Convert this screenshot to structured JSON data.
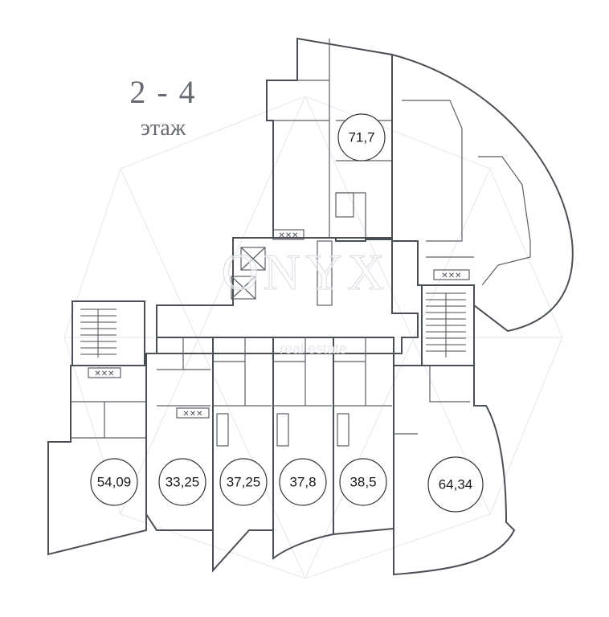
{
  "floor": {
    "number": "2 - 4",
    "label": "этаж"
  },
  "colors": {
    "apt_71_7": "#f6f3c4",
    "apt_big_right": "#f5c9c6",
    "apt_54_09": "#dde8ec",
    "apt_33_25": "#f6e1e7",
    "apt_37_25": "#efd1ea",
    "apt_37_8": "#c9d4f0",
    "apt_38_5": "#d9ebc1",
    "apt_64_34": "#d3e6ec",
    "common": "#ffffff",
    "walls": "#4a4f55"
  },
  "apartments": [
    {
      "id": "apt-71-7",
      "area": "71,7"
    },
    {
      "id": "apt-54-09",
      "area": "54,09"
    },
    {
      "id": "apt-33-25",
      "area": "33,25"
    },
    {
      "id": "apt-37-25",
      "area": "37,25"
    },
    {
      "id": "apt-37-8",
      "area": "37,8"
    },
    {
      "id": "apt-38-5",
      "area": "38,5"
    },
    {
      "id": "apt-64-34",
      "area": "64,34"
    }
  ],
  "watermark": {
    "brand": "ONYX",
    "sub": "real estate"
  }
}
